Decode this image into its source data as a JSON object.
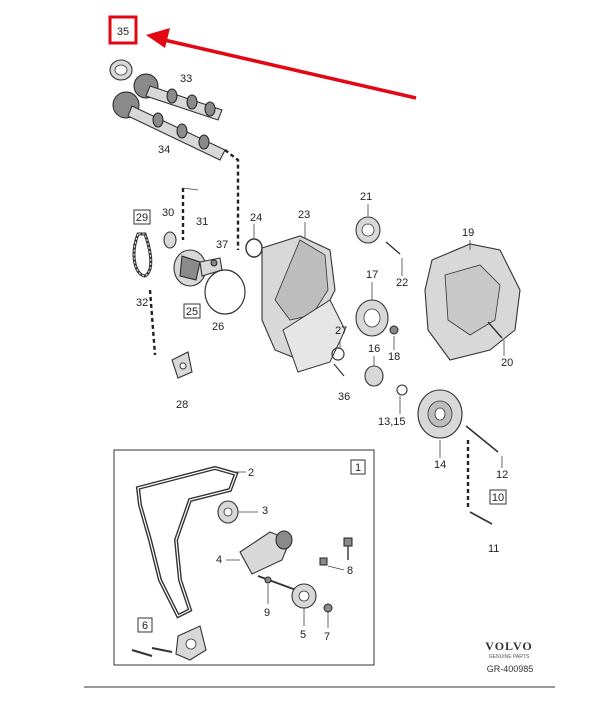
{
  "highlight": {
    "label": "35",
    "color": "#e30613"
  },
  "callouts": [
    {
      "id": "c33",
      "text": "33"
    },
    {
      "id": "c34",
      "text": "34"
    },
    {
      "id": "c29",
      "text": "29"
    },
    {
      "id": "c30",
      "text": "30"
    },
    {
      "id": "c31",
      "text": "31"
    },
    {
      "id": "c24",
      "text": "24"
    },
    {
      "id": "c23",
      "text": "23"
    },
    {
      "id": "c21",
      "text": "21"
    },
    {
      "id": "c19",
      "text": "19"
    },
    {
      "id": "c37",
      "text": "37"
    },
    {
      "id": "c22",
      "text": "22"
    },
    {
      "id": "c32",
      "text": "32"
    },
    {
      "id": "c25",
      "text": "25"
    },
    {
      "id": "c26",
      "text": "26"
    },
    {
      "id": "c17",
      "text": "17"
    },
    {
      "id": "c27",
      "text": "27"
    },
    {
      "id": "c18",
      "text": "18"
    },
    {
      "id": "c16",
      "text": "16"
    },
    {
      "id": "c20",
      "text": "20"
    },
    {
      "id": "c28",
      "text": "28"
    },
    {
      "id": "c36",
      "text": "36"
    },
    {
      "id": "c1315",
      "text": "13,15"
    },
    {
      "id": "c14",
      "text": "14"
    },
    {
      "id": "c12",
      "text": "12"
    },
    {
      "id": "c10",
      "text": "10"
    },
    {
      "id": "c11",
      "text": "11"
    },
    {
      "id": "c1",
      "text": "1"
    },
    {
      "id": "c2",
      "text": "2"
    },
    {
      "id": "c3",
      "text": "3"
    },
    {
      "id": "c4",
      "text": "4"
    },
    {
      "id": "c8",
      "text": "8"
    },
    {
      "id": "c9",
      "text": "9"
    },
    {
      "id": "c5",
      "text": "5"
    },
    {
      "id": "c7",
      "text": "7"
    },
    {
      "id": "c6",
      "text": "6"
    }
  ],
  "logo": {
    "brand": "VOLVO",
    "tagline": "GENUINE PARTS"
  },
  "reference": "GR-400985"
}
